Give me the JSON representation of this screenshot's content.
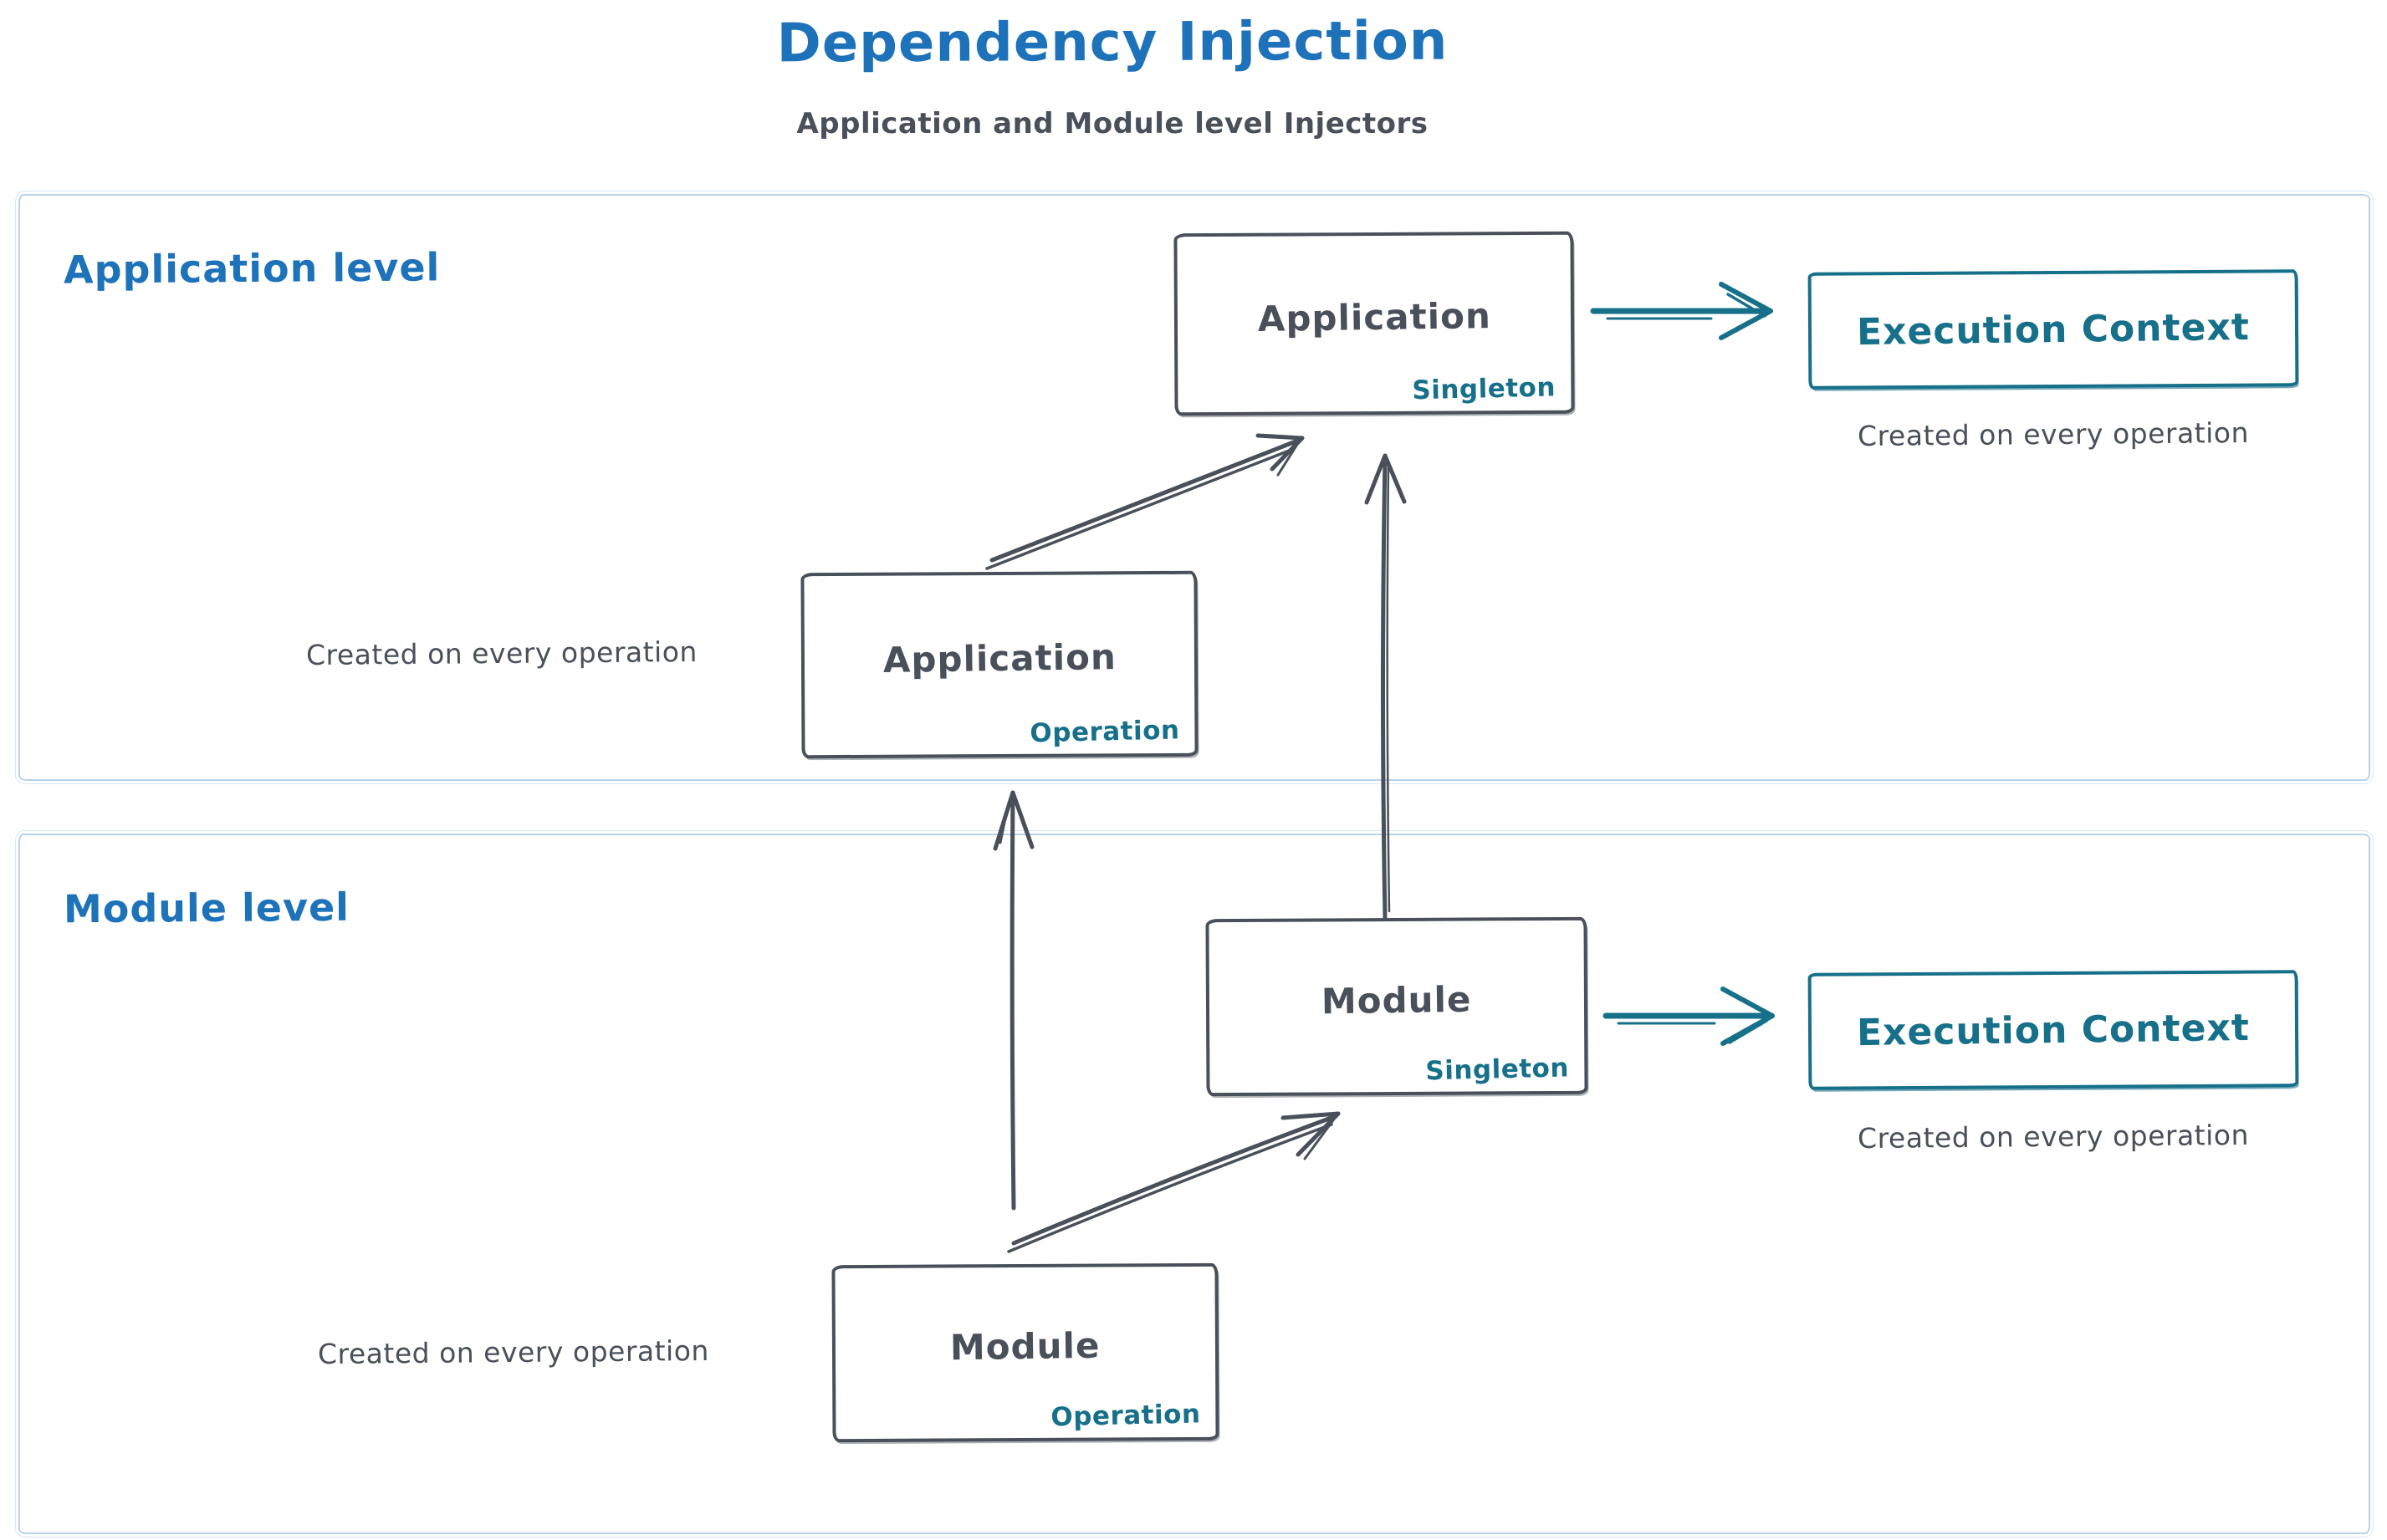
{
  "title": "Dependency Injection",
  "subtitle": "Application and Module level Injectors",
  "colors": {
    "blue": "#1d72ba",
    "dark": "#49505a",
    "teal": "#17708a",
    "container": "#b9d2ea"
  },
  "sections": {
    "application": {
      "label": "Application level",
      "singleton_box": {
        "title": "Application",
        "tag": "Singleton"
      },
      "operation_box": {
        "title": "Application",
        "tag": "Operation"
      },
      "operation_caption": "Created on every operation",
      "execution_context": {
        "title": "Execution Context",
        "caption": "Created on every operation"
      }
    },
    "module": {
      "label": "Module level",
      "singleton_box": {
        "title": "Module",
        "tag": "Singleton"
      },
      "operation_box": {
        "title": "Module",
        "tag": "Operation"
      },
      "operation_caption": "Created on every operation",
      "execution_context": {
        "title": "Execution Context",
        "caption": "Created on every operation"
      }
    }
  }
}
